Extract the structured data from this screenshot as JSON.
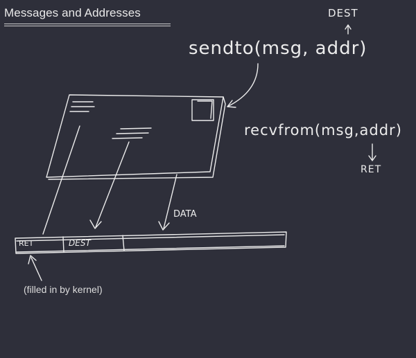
{
  "slide": {
    "title": "Messages and Addresses",
    "sendto_call": "sendto(msg, addr)",
    "recvfrom_call": "recvfrom(msg,addr)",
    "dest_label": "DEST",
    "ret_label": "RET",
    "data_label": "DATA",
    "packet_ret": "RET",
    "packet_dest": "DEST",
    "kernel_note": "(filled in by kernel)"
  },
  "colors": {
    "background": "#2e2f3a",
    "ink": "#ececec"
  }
}
